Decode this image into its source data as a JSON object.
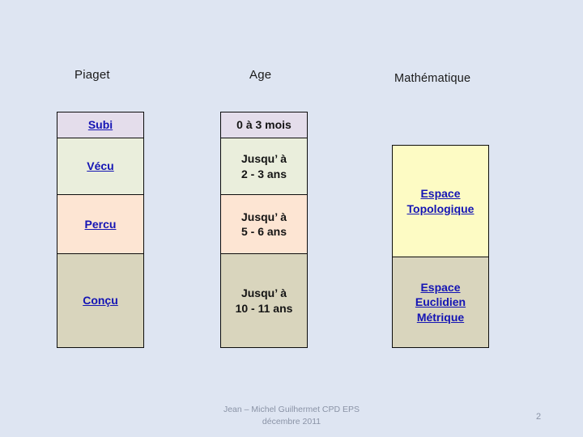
{
  "slide": {
    "background_color": "#dee5f2",
    "page_number": "2",
    "footer": "Jean – Michel Guilhermet CPD EPS\ndécembre 2011"
  },
  "columns": [
    {
      "id": "piaget",
      "header": "Piaget",
      "cells": [
        {
          "label": "Subi",
          "style": "link",
          "color": "#e4ddeb"
        },
        {
          "label": "Vécu",
          "style": "link",
          "color": "#eaeedc"
        },
        {
          "label": "Percu",
          "style": "link",
          "color": "#fde5d3"
        },
        {
          "label": "Conçu",
          "style": "link",
          "color": "#d9d5bd"
        }
      ]
    },
    {
      "id": "age",
      "header": "Age",
      "cells": [
        {
          "label": "0 à 3 mois",
          "style": "plain",
          "color": "#e4ddeb"
        },
        {
          "label": "Jusqu’ à\n2 - 3 ans",
          "style": "plain",
          "color": "#eaeedc"
        },
        {
          "label": "Jusqu’ à\n5 - 6 ans",
          "style": "plain",
          "color": "#fde5d3"
        },
        {
          "label": "Jusqu’ à\n10 - 11 ans",
          "style": "plain",
          "color": "#d9d5bd"
        }
      ]
    },
    {
      "id": "mathematique",
      "header": "Mathématique",
      "cells": [
        {
          "label": "Espace\nTopologique",
          "style": "link",
          "color": "#fdfbc4"
        },
        {
          "label": "Espace\nEuclidien\nMétrique",
          "style": "link",
          "color": "#d9d5bd"
        }
      ]
    }
  ]
}
